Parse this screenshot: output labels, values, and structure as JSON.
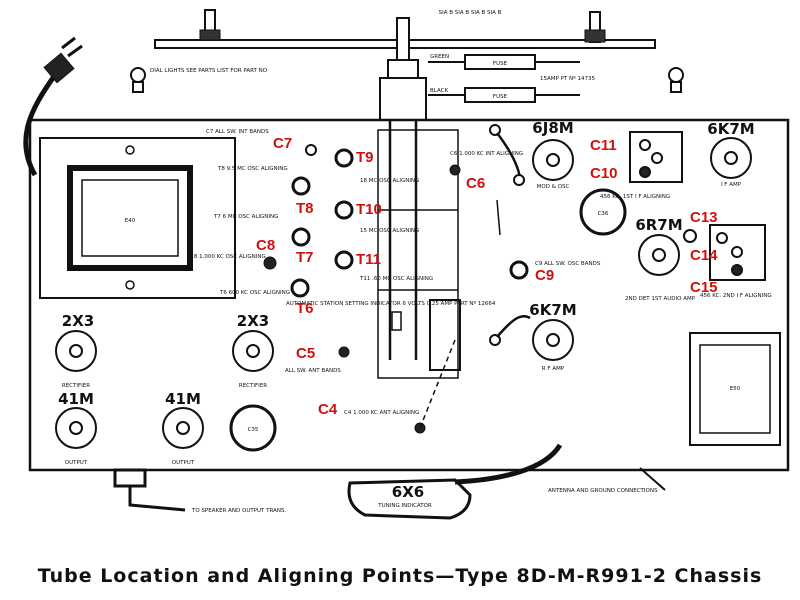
{
  "caption": "Tube Location and Aligning Points—Type 8D-M-R991-2 Chassis",
  "tubes": {
    "t_6j8m": "6J8M",
    "t_6k7m_top": "6K7M",
    "t_6r7m": "6R7M",
    "t_6k7m_mid": "6K7M",
    "t_2x3_left": "2X3",
    "t_2x3_right": "2X3",
    "t_41m_left": "41M",
    "t_41m_right": "41M",
    "t_6x6": "6X6"
  },
  "callouts": {
    "c4": "C4",
    "c5": "C5",
    "c6": "C6",
    "c7": "C7",
    "c8": "C8",
    "c9": "C9",
    "c10": "C10",
    "c11": "C11",
    "c13": "C13",
    "c14": "C14",
    "c15": "C15",
    "t6": "T6",
    "t7": "T7",
    "t8": "T8",
    "t9": "T9",
    "t10": "T10",
    "t11": "T11"
  },
  "labels": {
    "dial_lights": "DIAL LIGHTS SEE PARTS LIST FOR PART NO",
    "sw_top": "SIA B SIA B SIA B SIA B",
    "fuse_1": "FUSE",
    "fuse_2": "FUSE",
    "fuse_amp": "15AMP PT Nº 14735",
    "green": "GREEN",
    "black": "BLACK",
    "c7_note": "C7 ALL SW. INT BANDS",
    "t9_note": "18 MC OSC ALIGNING",
    "t8_note": "T8 9.5 MC OSC ALIGNING",
    "t10_note": "15 MC OSC ALIGNING",
    "t7_note": "T7 6 MC OSC ALIGNING",
    "c8_note": "C8 1.000 KC OSC ALIGNING",
    "t11_note": "T11 .60 MC OSC ALIGNING",
    "t6_note": "T6 600 KC OSC ALIGNING",
    "c6_note": "C6 1.000 KC INT ALIGNING",
    "c9_note": "C9 ALL SW. OSC BANDS",
    "setting_note": "AUTOMATIC STATION SETTING INDICATOR 6 VOLTS 0.25 AMP PART Nº 12664",
    "c5_note": "ALL SW. ANT BANDS",
    "c4_note": "C4 1.000 KC ANT ALIGNING",
    "mod_osc": "MOD & OSC",
    "if_amp_top": "I F AMP",
    "if_1st": "456 KC. 1ST I F ALIGNING",
    "det_audio": "2ND DET 1ST AUDIO AMP",
    "if_2nd": "456 KC. 2ND I F ALIGNING",
    "rf_amp": "R F AMP",
    "rectifier_l": "RECTIFIER",
    "rectifier_r": "RECTIFIER",
    "output_l": "OUTPUT",
    "output_r": "OUTPUT",
    "tuning_indicator": "TUNING INDICATOR",
    "speaker_note": "TO SPEAKER AND OUTPUT TRANS.",
    "antenna_note": "ANTENNA AND GROUND CONNECTIONS",
    "dial_box": "E40",
    "c36": "C36",
    "c35": "C35",
    "e50": "E50"
  }
}
